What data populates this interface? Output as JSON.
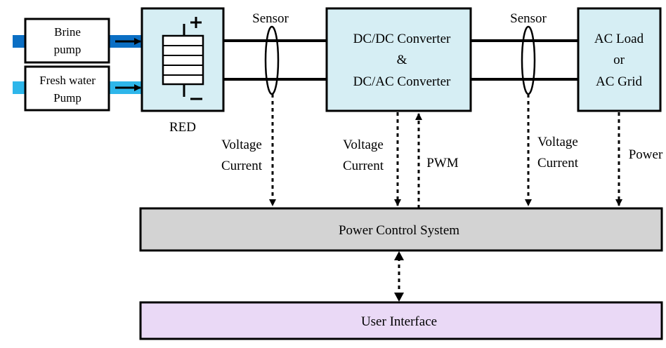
{
  "blocks": {
    "brine_pump": [
      "Brine",
      "pump"
    ],
    "fresh_water_pump": [
      "Fresh water",
      "Pump"
    ],
    "red": "RED",
    "red_terminals": {
      "positive": "+",
      "negative": "−"
    },
    "converter": [
      "DC/DC Converter",
      "&",
      "DC/AC Converter"
    ],
    "ac_load": [
      "AC Load",
      "or",
      "AC Grid"
    ],
    "power_control": "Power Control System",
    "user_interface": "User Interface"
  },
  "signals": {
    "sensor_left": "Sensor",
    "sensor_right": "Sensor",
    "vc_left": [
      "Voltage",
      "Current"
    ],
    "vc_mid": [
      "Voltage",
      "Current"
    ],
    "pwm": "PWM",
    "vc_right": [
      "Voltage",
      "Current"
    ],
    "power": "Power"
  },
  "colors": {
    "converter_fill": "#d6eef4",
    "control_fill": "#d3d3d3",
    "ui_fill": "#ead9f6",
    "brine_pipe": "#0b6fc4",
    "fresh_pipe": "#2eb6ea",
    "stroke": "#000000"
  }
}
